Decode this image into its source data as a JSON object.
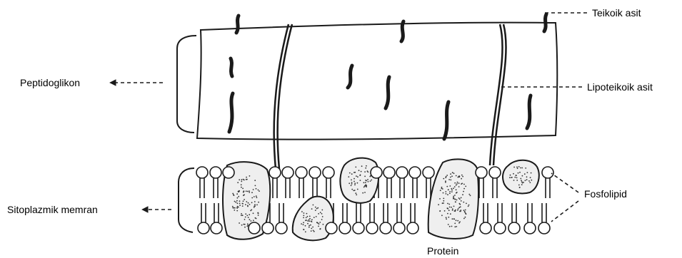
{
  "labels": {
    "teichoic_acid": "Teikoik asit",
    "peptidoglycan": "Peptidoglikon",
    "lipoteichoic_acid": "Lipoteikoik asit",
    "phospholipid": "Fosfolipid",
    "cytoplasmic_membrane": "Sitoplazmik memran",
    "protein": "Protein"
  },
  "colors": {
    "ink": "#1a1a1a",
    "background": "#ffffff",
    "protein_fill": "#efefef",
    "head_fill": "#ffffff",
    "label": "#000000"
  }
}
